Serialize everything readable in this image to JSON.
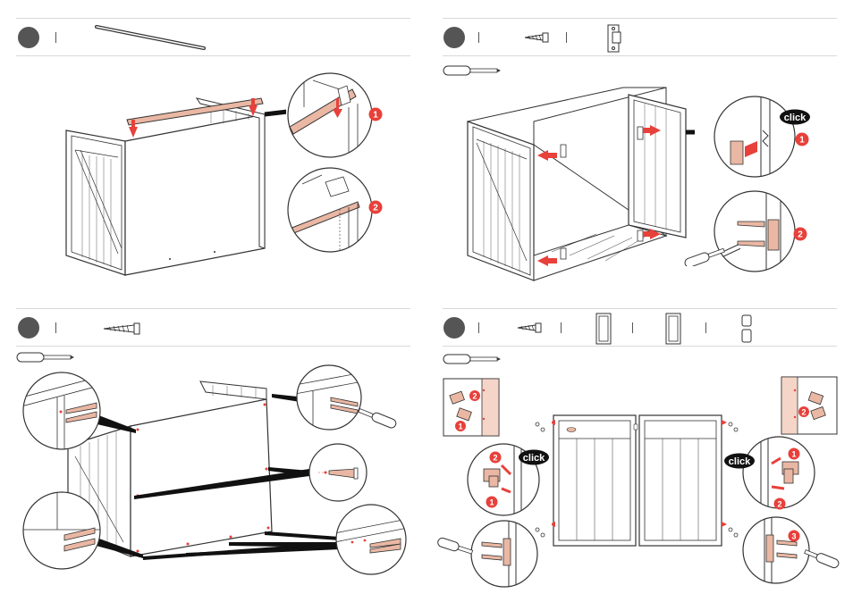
{
  "colors": {
    "step_dot": "#555555",
    "accent_red": "#e8403a",
    "wood_highlight": "#e9b7a3",
    "line": "#333333",
    "hdr_rule": "#d8d8d8"
  },
  "icons": [
    "screwdriver-icon",
    "screw-icon",
    "bracket-icon",
    "hinge-icon",
    "panel-icon",
    "rod-icon"
  ],
  "steps": [
    {
      "callouts": [
        "1",
        "2"
      ]
    },
    {
      "callouts": [
        "1",
        "2"
      ],
      "click_label": "click"
    },
    {
      "callouts": []
    },
    {
      "callouts": [
        "1",
        "2",
        "3"
      ],
      "click_label": "click"
    }
  ]
}
